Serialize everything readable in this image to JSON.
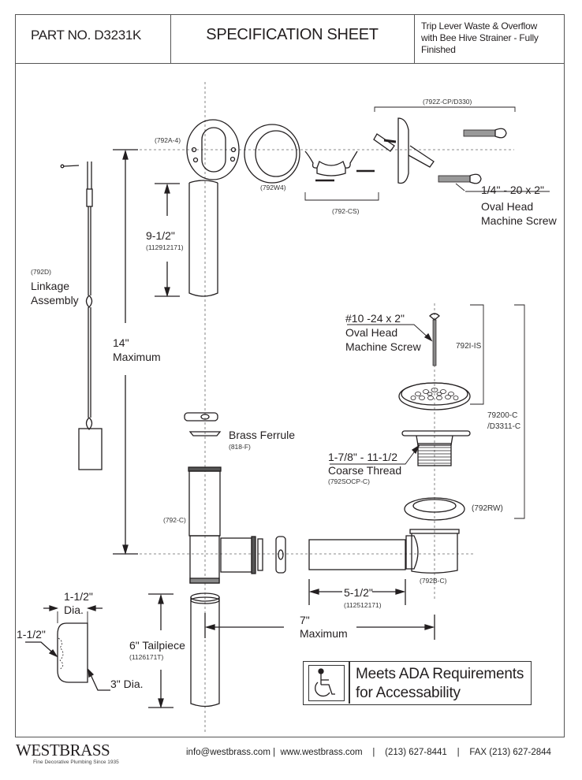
{
  "header": {
    "part_no": "PART NO.  D3231K",
    "title": "SPECIFICATION SHEET",
    "description_lines": [
      "Trip Lever Waste & Overflow",
      "with Bee Hive Strainer - Fully",
      "Finished"
    ]
  },
  "labels": {
    "elbow": "(792A-4)",
    "washer": "(792W4)",
    "cover_plate": "(792Z-CP/D330)",
    "cover_screw_set": "(792-CS)",
    "screw_size": "1/4\" - 20 x 2\"",
    "screw_type_1": "Oval Head",
    "screw_type_2": "Machine Screw",
    "overflow_len": "9-1/2\"",
    "overflow_code": "(112912171)",
    "linkage_code": "(792D)",
    "linkage_1": "Linkage",
    "linkage_2": "Assembly",
    "max_height": "14\"",
    "max_height_2": "Maximum",
    "strainer_screw_size": "#10 -24 x 2\"",
    "strainer_screw_1": "Oval Head",
    "strainer_screw_2": "Machine Screw",
    "strainer_code": "792I-IS",
    "assembly_code_1": "79200-C",
    "assembly_code_2": "/D3311-C",
    "thread_size": "1-7/8\" - 11-1/2",
    "thread_type": "Coarse Thread",
    "shoe_code": "(792SOCP-C)",
    "rubber_washer": "(792RW)",
    "ferrule": "Brass Ferrule",
    "ferrule_code": "(818-F)",
    "tee": "(792-C)",
    "shoe_body": "(792B-C)",
    "horiz_len": "5-1/2\"",
    "horiz_code": "(112512171)",
    "max_width": "7\"",
    "max_width_2": "Maximum",
    "tailpiece": "6\" Tailpiece",
    "tailpiece_code": "(1126171T)",
    "stopper_dia_top": "1-1/2\"",
    "stopper_dia_top_2": "Dia.",
    "stopper_height": "1-1/2\"",
    "stopper_dia": "3\" Dia."
  },
  "ada": {
    "icon": "wheelchair-icon",
    "line1": "Meets  ADA Requirements",
    "line2": "for Accessability"
  },
  "footer": {
    "brand": "WESTBRASS",
    "tagline": "Fine Decorative Plumbing Since 1935",
    "contact": "info@westbrass.com |  www.westbrass.com    |    (213) 627-8441    |    FAX (213) 627-2844"
  }
}
